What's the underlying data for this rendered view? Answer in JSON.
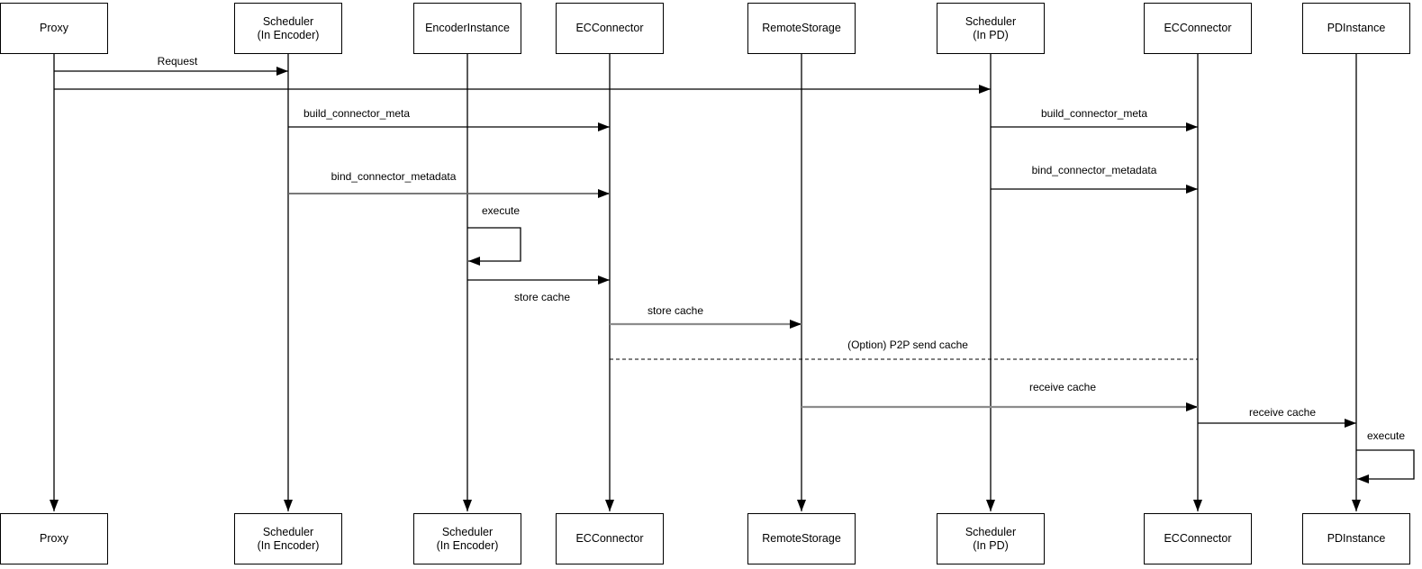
{
  "diagram": {
    "type": "uml-sequence",
    "background_color": "#ffffff",
    "stroke_color": "#000000",
    "muted_stroke_color": "#8c8c8c",
    "actors_top": [
      {
        "line1": "Proxy",
        "line2": ""
      },
      {
        "line1": "Scheduler",
        "line2": "(In Encoder)"
      },
      {
        "line1": "EncoderInstance",
        "line2": ""
      },
      {
        "line1": "ECConnector",
        "line2": ""
      },
      {
        "line1": "RemoteStorage",
        "line2": ""
      },
      {
        "line1": "Scheduler",
        "line2": "(In PD)"
      },
      {
        "line1": "ECConnector",
        "line2": ""
      },
      {
        "line1": "PDInstance",
        "line2": ""
      }
    ],
    "actors_bottom": [
      {
        "line1": "Proxy",
        "line2": ""
      },
      {
        "line1": "Scheduler",
        "line2": "(In Encoder)"
      },
      {
        "line1": "Scheduler",
        "line2": "(In Encoder)"
      },
      {
        "line1": "ECConnector",
        "line2": ""
      },
      {
        "line1": "RemoteStorage",
        "line2": ""
      },
      {
        "line1": "Scheduler",
        "line2": "(In PD)"
      },
      {
        "line1": "ECConnector",
        "line2": ""
      },
      {
        "line1": "PDInstance",
        "line2": ""
      }
    ],
    "messages": {
      "request": {
        "label": "Request"
      },
      "build_meta_enc": {
        "label": "build_connector_meta"
      },
      "build_meta_pd": {
        "label": "build_connector_meta"
      },
      "bind_meta_enc": {
        "label": "bind_connector_metadata"
      },
      "bind_meta_pd": {
        "label": "bind_connector_metadata"
      },
      "execute_enc": {
        "label": "execute"
      },
      "store_cache_1": {
        "label": "store cache"
      },
      "store_cache_2": {
        "label": "store cache"
      },
      "p2p_send": {
        "label": "(Option) P2P send cache"
      },
      "receive_cache_1": {
        "label": "receive cache"
      },
      "receive_cache_2": {
        "label": "receive cache"
      },
      "execute_pd": {
        "label": "execute"
      }
    }
  }
}
